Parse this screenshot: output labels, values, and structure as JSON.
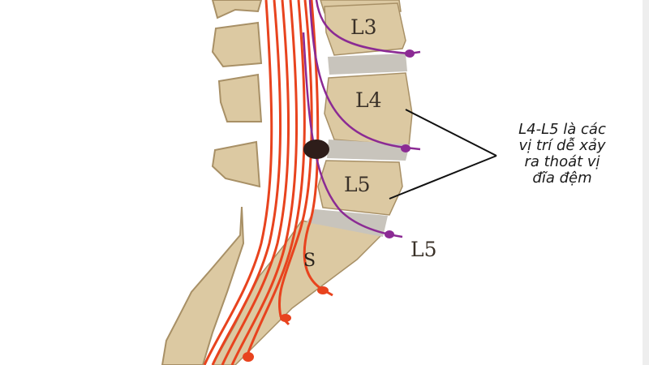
{
  "diagram": {
    "subject": "lumbar spine lateral view with nerve roots",
    "vertebra_labels": {
      "l3": "L3",
      "l4": "L4",
      "l5": "L5",
      "sacrum": "S"
    },
    "nerve_root_label": "L5",
    "annotation": {
      "lines": [
        "L4-L5 là các",
        "vị trí dễ xảy",
        "ra thoát vị",
        "đĩa đệm"
      ]
    },
    "herniation_marker": "dark disc bulge at L4-L5",
    "colors": {
      "bone": "#dcc9a2",
      "bone_outline": "#a89066",
      "disc": "#c8c4bc",
      "nerve_red": "#e8431e",
      "nerve_purple": "#8b2a94",
      "herniation": "#2e1d1a",
      "pointer_line": "#111111"
    }
  }
}
